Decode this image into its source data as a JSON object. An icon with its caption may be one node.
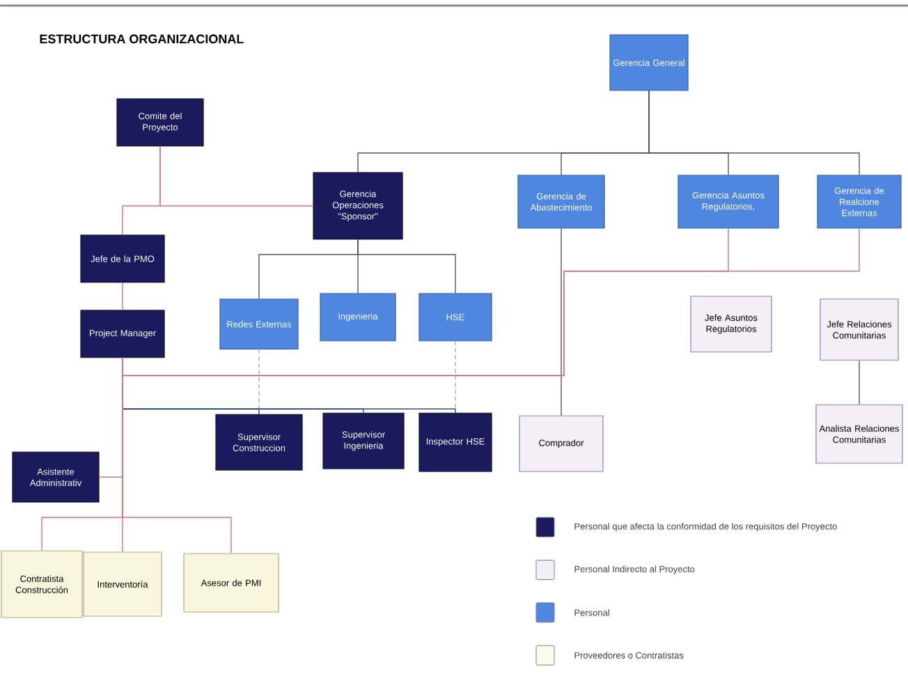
{
  "diagram": {
    "title": "ESTRUCTURA ORGANIZACIONAL",
    "nodes": [
      {
        "text": [
          "Gerencia General"
        ]
      },
      {
        "text": [
          "Comite del Proyecto"
        ]
      },
      {
        "text": [
          "Gerencia Operaciones \"Sponsor\""
        ]
      },
      {
        "text": [
          "Gerencia de Abastecimiento"
        ]
      },
      {
        "text": [
          "Gerencia Asuntos Regulatorios,"
        ]
      },
      {
        "text": [
          "Gerencia de Realcione Externas"
        ]
      },
      {
        "text": [
          "Jefe de la PMO"
        ]
      },
      {
        "text": [
          "Redes Externas"
        ]
      },
      {
        "text": [
          "Ingenieria"
        ]
      },
      {
        "text": [
          "HSE"
        ]
      },
      {
        "text": [
          "Project Manager"
        ]
      },
      {
        "text": [
          "Jefe Asuntos Regulatorios"
        ]
      },
      {
        "text": [
          "Jefe Relaciones Comunitarias"
        ]
      },
      {
        "text": [
          "Supervisor Construccion"
        ]
      },
      {
        "text": [
          "Supervisor Ingenieria"
        ]
      },
      {
        "text": [
          "Inspector HSE"
        ]
      },
      {
        "text": [
          "Comprador"
        ]
      },
      {
        "text": [
          "Analista Relaciones Comunitarias"
        ]
      },
      {
        "text": [
          "Asistente Administrativ"
        ]
      },
      {
        "text": [
          "Contratista Construcción"
        ]
      },
      {
        "text": [
          "Interventoría"
        ]
      },
      {
        "text": [
          "Asesor de PMI"
        ]
      }
    ],
    "edges": [
      {
        "from": 0,
        "to": 2,
        "arrow": "none",
        "color": "#555555"
      },
      {
        "from": 0,
        "to": 3,
        "arrow": "none",
        "color": "#555555"
      },
      {
        "from": 0,
        "to": 4,
        "arrow": "none",
        "color": "#555555"
      },
      {
        "from": 0,
        "to": 5,
        "arrow": "none",
        "color": "#555555"
      },
      {
        "from": 1,
        "to": 2,
        "arrow": "none",
        "color": "#d9737f"
      },
      {
        "from": 1,
        "to": 6,
        "arrow": "none",
        "color": "#d9737f"
      },
      {
        "from": 6,
        "to": 10,
        "arrow": "none",
        "color": "#d9737f"
      },
      {
        "from": 2,
        "to": 7,
        "arrow": "none",
        "color": "#555555"
      },
      {
        "from": 2,
        "to": 8,
        "arrow": "none",
        "color": "#555555"
      },
      {
        "from": 2,
        "to": 9,
        "arrow": "none",
        "color": "#555555"
      },
      {
        "from": 7,
        "to": 13,
        "arrow": "none",
        "style": "dashed",
        "color": "#aaaaaa"
      },
      {
        "from": 9,
        "to": 15,
        "arrow": "none",
        "style": "dashed",
        "color": "#aaaaaa"
      },
      {
        "from": 3,
        "to": 16,
        "arrow": "none",
        "color": "#555555"
      },
      {
        "from": 10,
        "to": 13,
        "arrow": "none",
        "color": "#33479a"
      },
      {
        "from": 10,
        "to": 14,
        "arrow": "none",
        "color": "#33479a"
      },
      {
        "from": 10,
        "to": 15,
        "arrow": "none",
        "color": "#33479a"
      },
      {
        "from": 10,
        "to": 4,
        "arrow": "none",
        "color": "#d9737f"
      },
      {
        "from": 10,
        "to": 5,
        "arrow": "none",
        "color": "#d9737f"
      },
      {
        "from": 10,
        "to": 18,
        "arrow": "none",
        "color": "#d9737f"
      },
      {
        "from": 10,
        "to": 19,
        "arrow": "none",
        "color": "#d9737f"
      },
      {
        "from": 10,
        "to": 20,
        "arrow": "none",
        "color": "#d9737f"
      },
      {
        "from": 10,
        "to": 21,
        "arrow": "none",
        "color": "#d9737f"
      },
      {
        "from": 12,
        "to": 17,
        "arrow": "none",
        "color": "#555555"
      }
    ],
    "legend": [
      {
        "text": "Personal que afecta la conformidad de los requisitos del Proyecto",
        "color": "#1b1a5c"
      },
      {
        "text": "Personal Indirecto al Proyecto",
        "color": "#f4eef6"
      },
      {
        "text": "Personal",
        "color": "#4f86e0"
      },
      {
        "text": "Proveedores o Contratistas",
        "color": "#fbfaec"
      }
    ]
  }
}
